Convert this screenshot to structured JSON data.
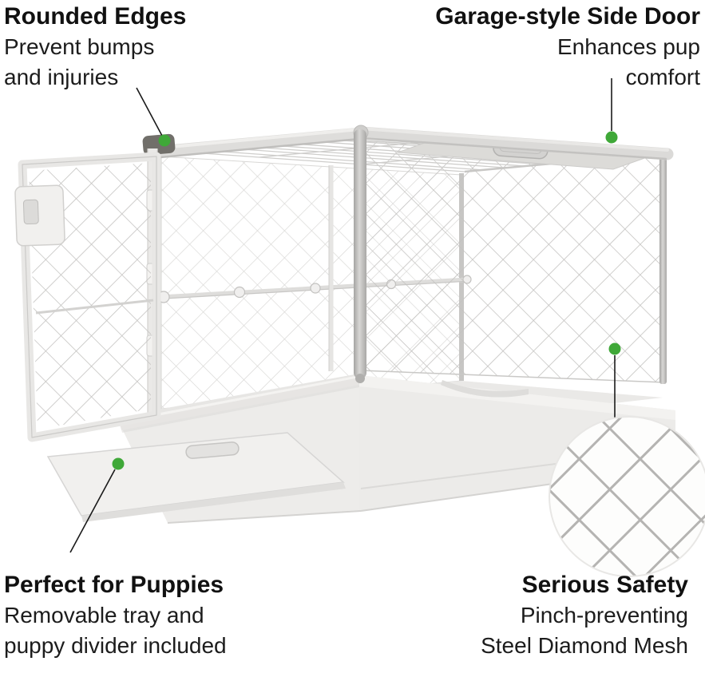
{
  "callouts": {
    "rounded_edges": {
      "title": "Rounded Edges",
      "lines": [
        "Prevent bumps",
        "and injuries"
      ]
    },
    "side_door": {
      "title": "Garage-style Side Door",
      "lines": [
        "Enhances pup",
        "comfort"
      ]
    },
    "puppies": {
      "title": "Perfect for Puppies",
      "lines": [
        "Removable tray and",
        "puppy divider included"
      ]
    },
    "safety": {
      "title": "Serious Safety",
      "lines": [
        "Pinch-preventing",
        "Steel Diamond Mesh"
      ]
    }
  },
  "colors": {
    "accent_green": "#3fa838",
    "title": "#111111",
    "body": "#1c1c1c",
    "leader_line": "#1a1a1a",
    "mesh_gray": "#c3c2c0",
    "frame_gray": "#dcdbd9"
  }
}
